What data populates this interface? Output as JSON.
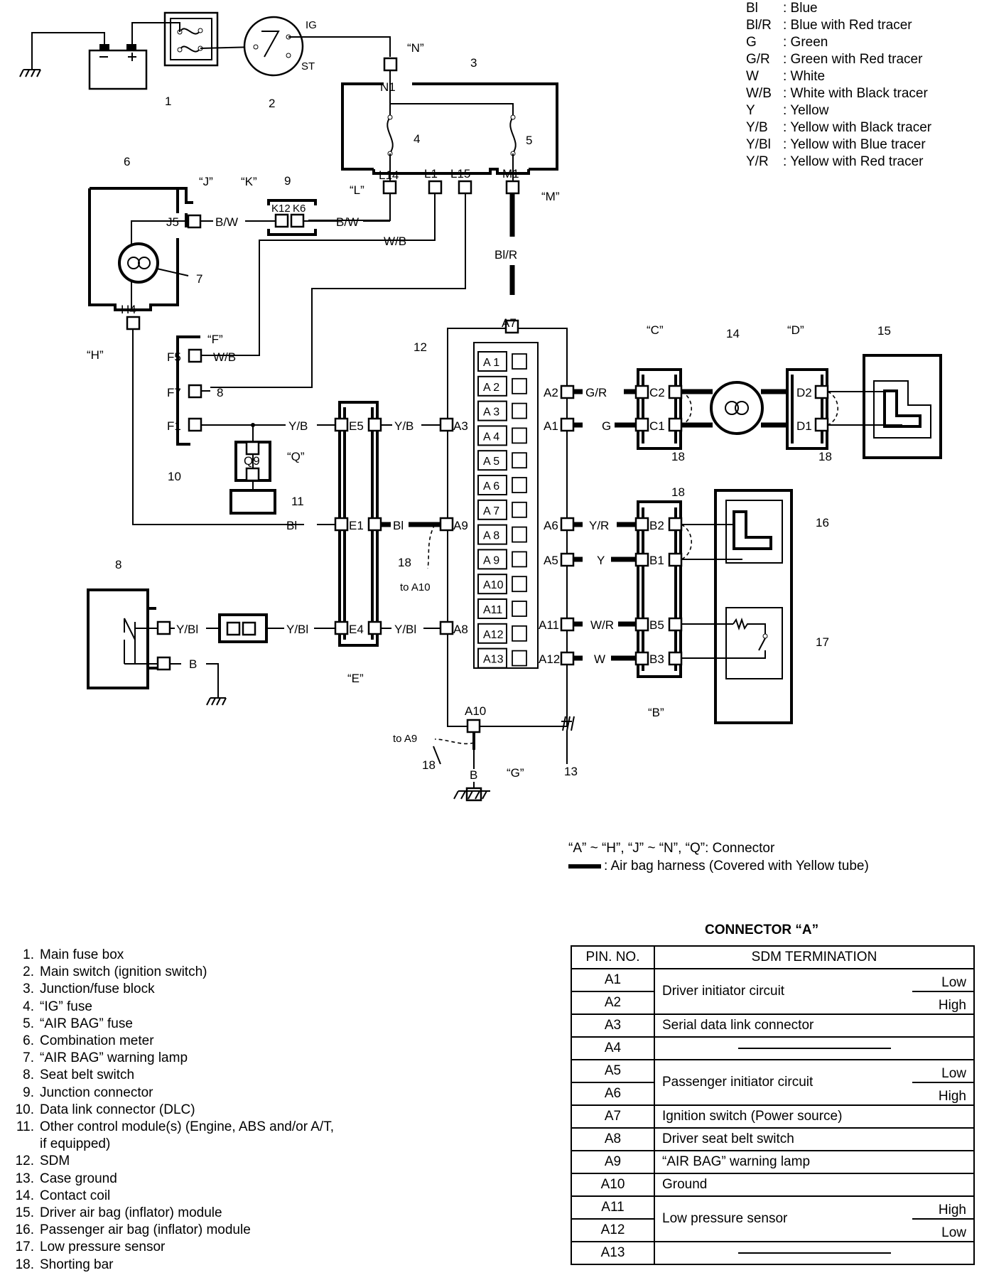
{
  "color_legend": [
    {
      "code": "Bl",
      "meaning": ": Blue"
    },
    {
      "code": "Bl/R",
      "meaning": ": Blue with Red tracer"
    },
    {
      "code": "G",
      "meaning": ": Green"
    },
    {
      "code": "G/R",
      "meaning": ": Green with Red tracer"
    },
    {
      "code": "W",
      "meaning": ": White"
    },
    {
      "code": "W/B",
      "meaning": ": White with Black tracer"
    },
    {
      "code": "Y",
      "meaning": ": Yellow"
    },
    {
      "code": "Y/B",
      "meaning": ": Yellow with Black tracer"
    },
    {
      "code": "Y/Bl",
      "meaning": ": Yellow with Blue tracer"
    },
    {
      "code": "Y/R",
      "meaning": ": Yellow with Red tracer"
    }
  ],
  "notes": {
    "connector_note": "“A” ~ “H”, “J” ~ “N”, “Q”: Connector",
    "harness_note": ": Air bag harness (Covered with Yellow tube)"
  },
  "parts": [
    {
      "num": "1.",
      "name": "Main fuse box"
    },
    {
      "num": "2.",
      "name": "Main switch (ignition switch)"
    },
    {
      "num": "3.",
      "name": "Junction/fuse block"
    },
    {
      "num": "4.",
      "name": "“IG” fuse"
    },
    {
      "num": "5.",
      "name": "“AIR BAG” fuse"
    },
    {
      "num": "6.",
      "name": "Combination meter"
    },
    {
      "num": "7.",
      "name": "“AIR BAG” warning lamp"
    },
    {
      "num": "8.",
      "name": "Seat belt switch"
    },
    {
      "num": "9.",
      "name": "Junction connector"
    },
    {
      "num": "10.",
      "name": "Data link connector (DLC)"
    },
    {
      "num": "11.",
      "name": "Other control module(s) (Engine, ABS and/or A/T,"
    },
    {
      "num": "",
      "name": "if equipped)"
    },
    {
      "num": "12.",
      "name": "SDM"
    },
    {
      "num": "13.",
      "name": "Case ground"
    },
    {
      "num": "14.",
      "name": "Contact coil"
    },
    {
      "num": "15.",
      "name": "Driver air bag (inflator) module"
    },
    {
      "num": "16.",
      "name": "Passenger air bag (inflator) module"
    },
    {
      "num": "17.",
      "name": "Low pressure sensor"
    },
    {
      "num": "18.",
      "name": "Shorting bar"
    }
  ],
  "connector_table": {
    "title": "CONNECTOR “A”",
    "col_pin": "PIN. NO.",
    "col_term": "SDM TERMINATION",
    "driver_init": "Driver initiator circuit",
    "serial": "Serial data link connector",
    "pass_init": "Passenger initiator circuit",
    "ign": "Ignition switch (Power source)",
    "seatbelt": "Driver seat belt switch",
    "lamp": "“AIR BAG” warning lamp",
    "ground": "Ground",
    "lps": "Low pressure sensor",
    "low": "Low",
    "high": "High",
    "pins": [
      "A1",
      "A2",
      "A3",
      "A4",
      "A5",
      "A6",
      "A7",
      "A8",
      "A9",
      "A10",
      "A11",
      "A12",
      "A13"
    ]
  },
  "diagram": {
    "part_numbers": [
      "1",
      "2",
      "3",
      "4",
      "5",
      "6",
      "7",
      "8",
      "9",
      "10",
      "11",
      "12",
      "13",
      "14",
      "15",
      "16",
      "17",
      "18"
    ],
    "connectors": {
      "N": "“N”",
      "L": "“L”",
      "M": "“M”",
      "J": "“J”",
      "K": "“K”",
      "H": "“H”",
      "F": "“F”",
      "Q": "“Q”",
      "C": "“C”",
      "D": "“D”",
      "E": "“E”",
      "B": "“B”",
      "G": "“G”"
    },
    "terminals": {
      "IG": "IG",
      "ST": "ST",
      "N1": "N1",
      "L14": "L14",
      "L1": "L1",
      "L15": "L15",
      "M1": "M1",
      "J5": "J5",
      "K12": "K12",
      "K6": "K6",
      "H4": "H4",
      "F5": "F5",
      "F7": "F7",
      "F1": "F1",
      "Q9": "Q9",
      "E5": "E5",
      "E1": "E1",
      "E4": "E4",
      "C2": "C2",
      "C1": "C1",
      "D2": "D2",
      "D1": "D1",
      "B2": "B2",
      "B1": "B1",
      "B5": "B5",
      "B3": "B3",
      "A1": "A1",
      "A2": "A2",
      "A3": "A3",
      "A5": "A5",
      "A6": "A6",
      "A7": "A7",
      "A8": "A8",
      "A9": "A9",
      "A10": "A10",
      "A11": "A11",
      "A12": "A12",
      "sdm_pins": [
        "A 1",
        "A 2",
        "A 3",
        "A 4",
        "A 5",
        "A 6",
        "A 7",
        "A 8",
        "A 9",
        "A10",
        "A11",
        "A12",
        "A13"
      ]
    },
    "wires": {
      "BW": "B/W",
      "WB": "W/B",
      "BlR": "Bl/R",
      "GR": "G/R",
      "G": "G",
      "YB": "Y/B",
      "Bl": "Bl",
      "YR": "Y/R",
      "Y": "Y",
      "YBl": "Y/Bl",
      "WR": "W/R",
      "W": "W",
      "B": "B",
      "eight": "8"
    },
    "to_A10": "to A10",
    "to_A9": "to A9"
  }
}
